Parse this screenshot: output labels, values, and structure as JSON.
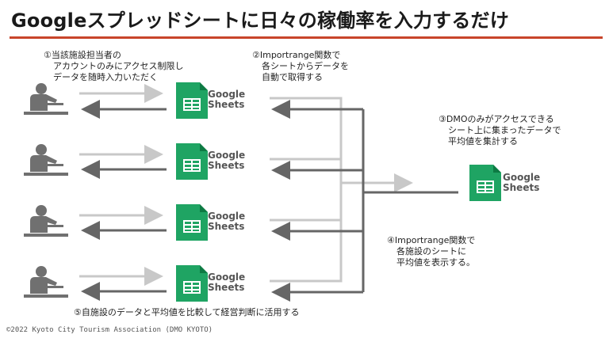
{
  "title": "Googleスプレッドシートに日々の稼働率を入力するだけ",
  "notes": {
    "n1": [
      "①当該施設担当者の",
      "アカウントのみにアクセス制限し",
      "データを随時入力いただく"
    ],
    "n2": [
      "②Importrange関数で",
      "各シートからデータを",
      "自動で取得する"
    ],
    "n3": [
      "③DMOのみがアクセスできる",
      "シート上に集まったデータで",
      "平均値を集計する"
    ],
    "n4": [
      "④Importrange関数で",
      "各施設のシートに",
      "平均値を表示する。"
    ],
    "n5": "⑤自施設のデータと平均値を比較して経営判断に活用する"
  },
  "sheets_logo": {
    "line1": "Google",
    "line2": "Sheets"
  },
  "footer": "©2022 Kyoto City Tourism Association (DMO KYOTO)",
  "colors": {
    "accent_rule": "#c8452b",
    "sheets_green": "#1fa463",
    "arrow_light": "#c8c8c8",
    "arrow_dark": "#666666",
    "person": "#707070"
  },
  "icons": [
    "person-at-desk-icon",
    "google-sheets-icon"
  ]
}
